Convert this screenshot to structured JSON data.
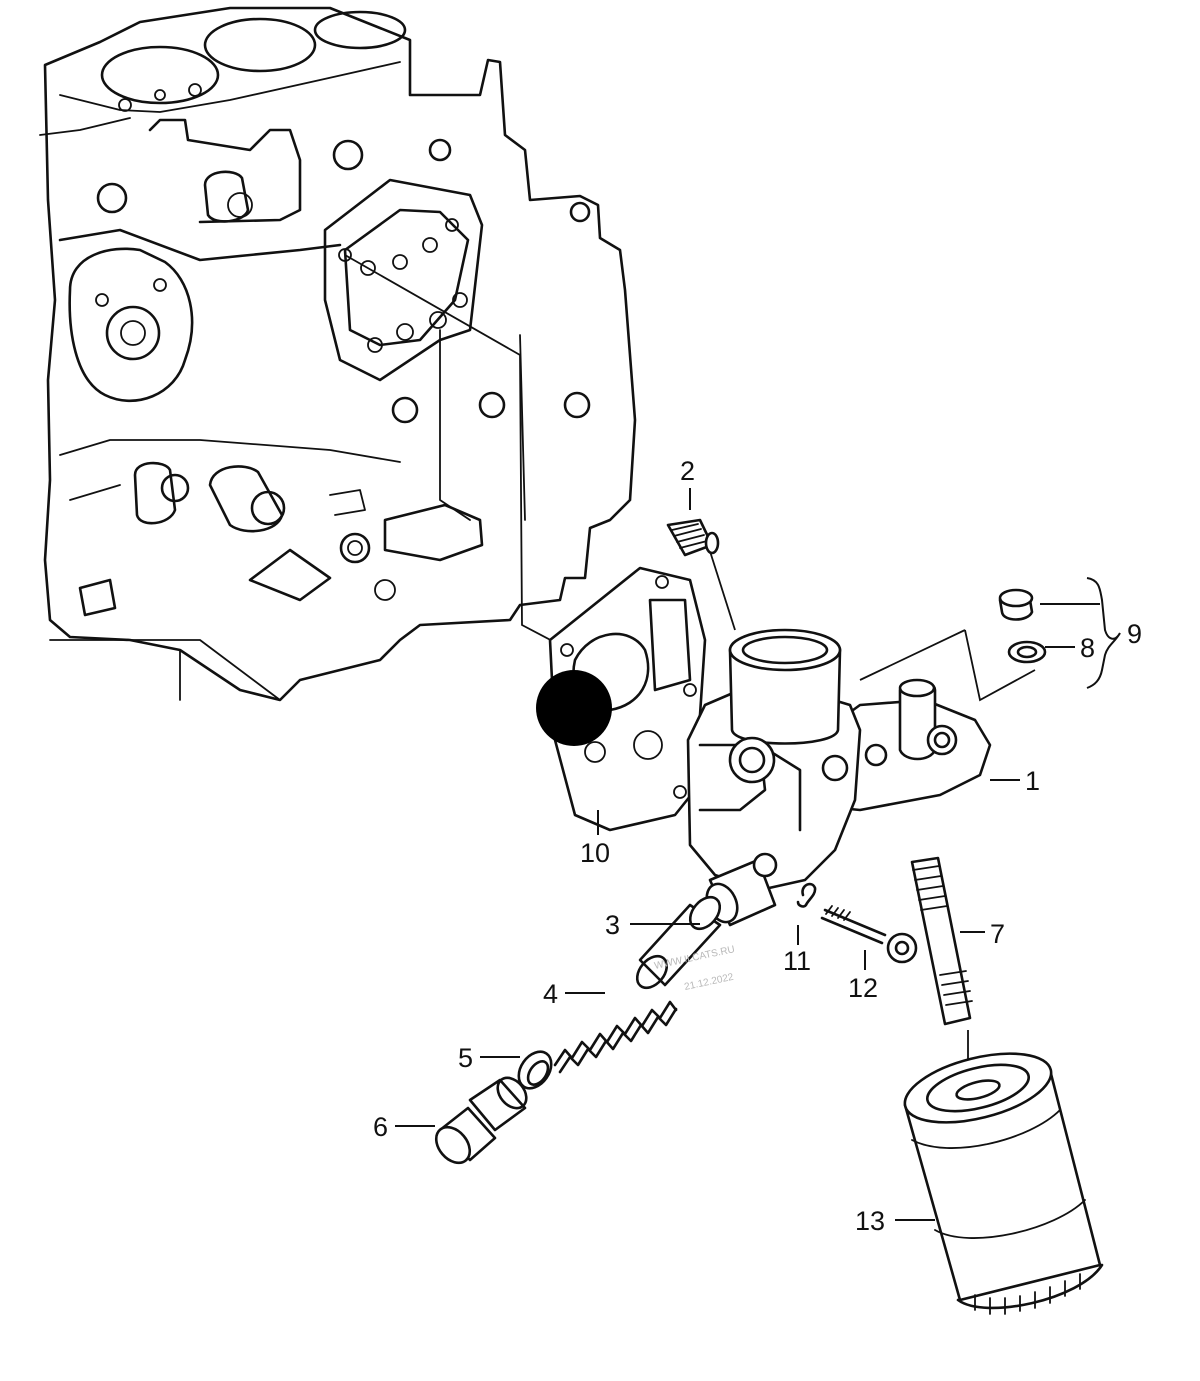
{
  "callouts": {
    "c1": "1",
    "c2": "2",
    "c3": "3",
    "c4": "4",
    "c5": "5",
    "c6": "6",
    "c7": "7",
    "c8": "8",
    "c9": "9",
    "c10": "10",
    "c11": "11",
    "c12": "12",
    "c13": "13"
  },
  "watermark": {
    "line1": "WWW.ILCATS.RU",
    "line2": "21.12.2022"
  },
  "colors": {
    "ink": "#111111",
    "background": "#ffffff",
    "marker": "#000000"
  }
}
